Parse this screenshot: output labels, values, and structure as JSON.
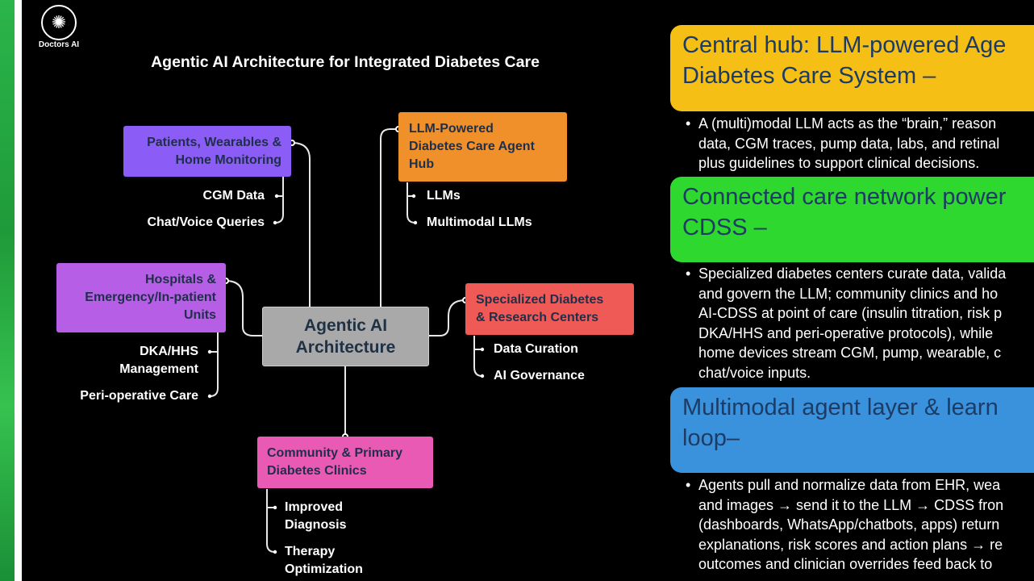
{
  "brand": {
    "name": "Doctors AI",
    "logo_icon": "brain-icon"
  },
  "diagram": {
    "title": "Agentic AI Architecture for Integrated Diabetes Care",
    "center": [
      "Agentic AI",
      "Architecture"
    ],
    "nodes": {
      "patients": {
        "lines": [
          "Patients, Wearables &",
          "Home Monitoring"
        ],
        "color": "#8b5cf6"
      },
      "llm_hub": {
        "lines": [
          "LLM-Powered",
          "Diabetes Care Agent",
          "Hub"
        ],
        "color": "#f0902a"
      },
      "hospitals": {
        "lines": [
          "Hospitals &",
          "Emergency/In-patient",
          "Units"
        ],
        "color": "#b65fe6"
      },
      "specialized": {
        "lines": [
          "Specialized Diabetes",
          "& Research Centers"
        ],
        "color": "#ef5a57"
      },
      "community": {
        "lines": [
          "Community & Primary",
          "Diabetes Clinics"
        ],
        "color": "#e95ab5"
      }
    },
    "labels": {
      "cgm_data": "CGM Data",
      "chat_voice": "Chat/Voice Queries",
      "llms": "LLMs",
      "multimodal_llms": "Multimodal LLMs",
      "dka_line1": "DKA/HHS",
      "dka_line2": "Management",
      "periop": "Peri-operative Care",
      "data_curation": "Data Curation",
      "ai_governance": "AI Governance",
      "improved_line1": "Improved",
      "improved_line2": "Diagnosis",
      "therapy_line1": "Therapy",
      "therapy_line2": "Optimization"
    }
  },
  "panel": {
    "sections": [
      {
        "heading": [
          "Central hub: LLM-powered Age",
          "Diabetes Care System –"
        ],
        "color": "#f5bf15",
        "bullet": [
          "A (multi)modal LLM acts as the “brain,” reason",
          "data, CGM traces, pump data, labs, and retinal",
          "plus guidelines to support clinical decisions."
        ]
      },
      {
        "heading": [
          "Connected care network power",
          "CDSS –"
        ],
        "color": "#2ed82e",
        "bullet": [
          "Specialized diabetes centers curate data, valida",
          "and govern the LLM; community clinics and ho",
          "AI-CDSS at point of care (insulin titration, risk p",
          "DKA/HHS and peri-operative protocols), while",
          "home devices stream CGM, pump, wearable, c",
          "chat/voice inputs."
        ]
      },
      {
        "heading": [
          "Multimodal agent layer & learn",
          "loop–"
        ],
        "color": "#3a92dd",
        "bullet": [
          "Agents pull and normalize data from EHR, wea",
          "and images → send it to the LLM → CDSS fron",
          "(dashboards, WhatsApp/chatbots, apps) return",
          "explanations, risk scores and action plans → re",
          "outcomes and clinician overrides feed back to"
        ]
      }
    ]
  }
}
